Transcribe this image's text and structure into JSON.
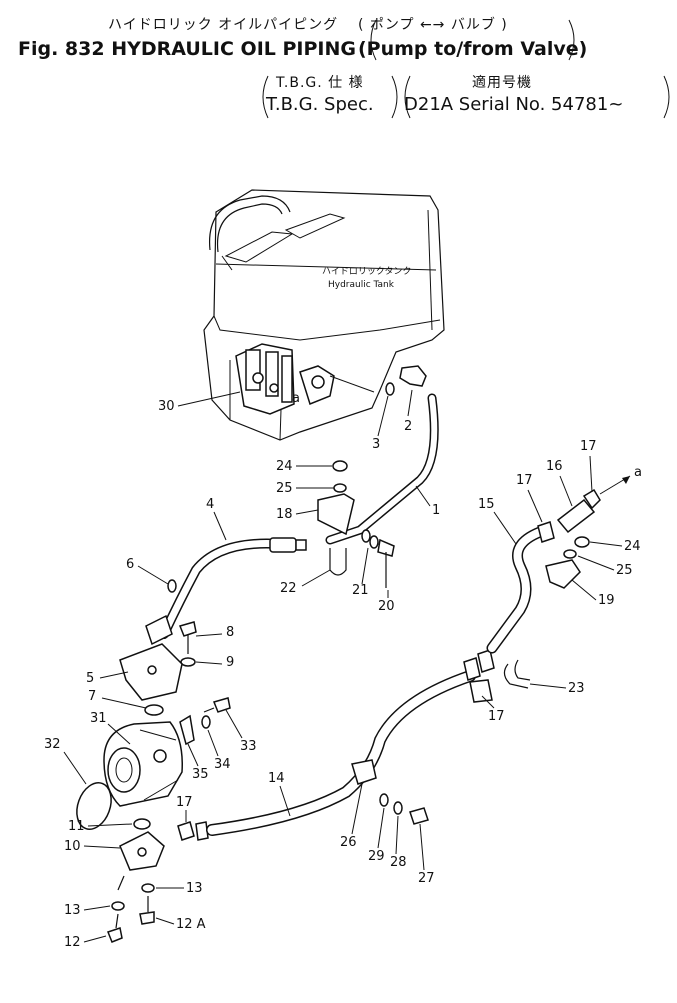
{
  "header": {
    "title_jp": "ハイドロリック オイルパイピング",
    "title_jp_sub": "( ポンプ ←→ バルブ )",
    "fig_title": "Fig. 832 HYDRAULIC OIL PIPING",
    "fig_subtitle": "(Pump to/from Valve)",
    "spec_jp": "T.B.G. 仕 様",
    "spec_en": "T.B.G. Spec.",
    "serial_jp": "適用号機",
    "serial_en": "D21A Serial No. 54781~"
  },
  "tank_label": {
    "jp": "ハイドロリックタンク",
    "en": "Hydraulic Tank"
  },
  "callouts": [
    "1",
    "2",
    "3",
    "4",
    "5",
    "6",
    "7",
    "8",
    "9",
    "10",
    "11",
    "12",
    "12 A",
    "13",
    "13",
    "14",
    "15",
    "16",
    "17",
    "17",
    "17",
    "17",
    "18",
    "19",
    "20",
    "21",
    "22",
    "23",
    "24",
    "24",
    "25",
    "25",
    "26",
    "27",
    "28",
    "29",
    "30",
    "31",
    "32",
    "33",
    "34",
    "35",
    "a",
    "a"
  ]
}
